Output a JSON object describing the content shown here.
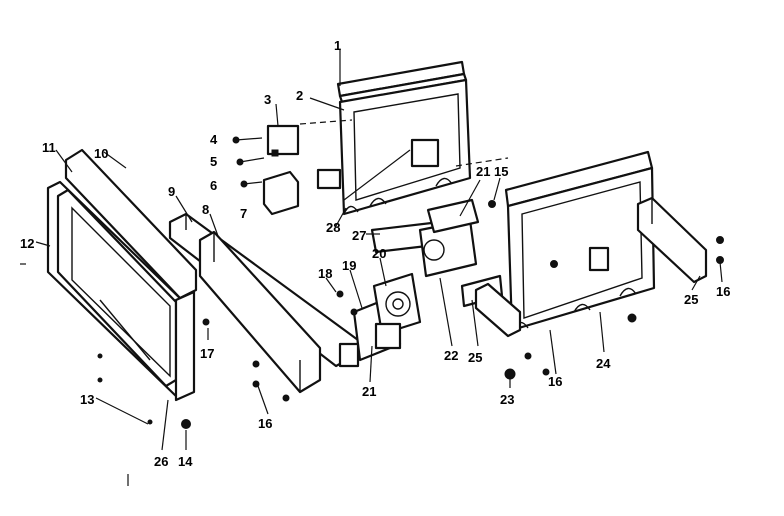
{
  "callouts": [
    {
      "key": "c1",
      "text": "1"
    },
    {
      "key": "c2",
      "text": "2"
    },
    {
      "key": "c3",
      "text": "3"
    },
    {
      "key": "c4",
      "text": "4"
    },
    {
      "key": "c5",
      "text": "5"
    },
    {
      "key": "c6",
      "text": "6"
    },
    {
      "key": "c7",
      "text": "7"
    },
    {
      "key": "c8",
      "text": "8"
    },
    {
      "key": "c9",
      "text": "9"
    },
    {
      "key": "c10",
      "text": "10"
    },
    {
      "key": "c11",
      "text": "11"
    },
    {
      "key": "c12",
      "text": "12"
    },
    {
      "key": "c13",
      "text": "13"
    },
    {
      "key": "c14",
      "text": "14"
    },
    {
      "key": "c15",
      "text": "15"
    },
    {
      "key": "c16a",
      "text": "16"
    },
    {
      "key": "c16b",
      "text": "16"
    },
    {
      "key": "c16c",
      "text": "16"
    },
    {
      "key": "c17",
      "text": "17"
    },
    {
      "key": "c18",
      "text": "18"
    },
    {
      "key": "c19",
      "text": "19"
    },
    {
      "key": "c20",
      "text": "20"
    },
    {
      "key": "c21a",
      "text": "21"
    },
    {
      "key": "c21b",
      "text": "21"
    },
    {
      "key": "c22",
      "text": "22"
    },
    {
      "key": "c23",
      "text": "23"
    },
    {
      "key": "c24",
      "text": "24"
    },
    {
      "key": "c25a",
      "text": "25"
    },
    {
      "key": "c25b",
      "text": "25"
    },
    {
      "key": "c26",
      "text": "26"
    },
    {
      "key": "c27",
      "text": "27"
    },
    {
      "key": "c28",
      "text": "28"
    }
  ]
}
